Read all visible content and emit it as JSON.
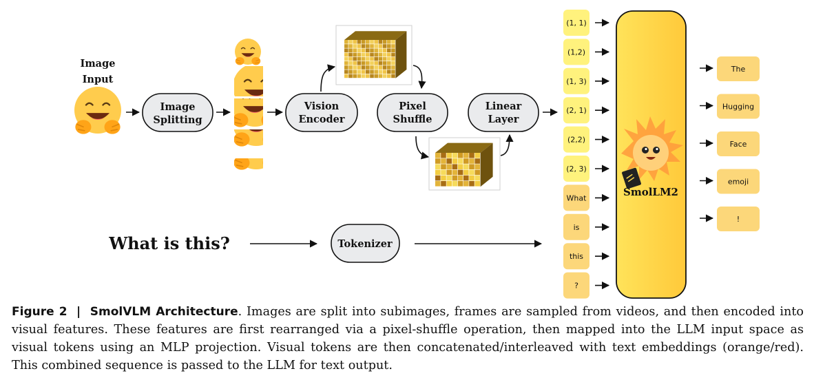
{
  "diagram": {
    "image_input": [
      "Image",
      "Input"
    ],
    "image_splitting": [
      "Image",
      "Splitting"
    ],
    "vision_encoder": [
      "Vision",
      "Encoder"
    ],
    "pixel_shuffle": [
      "Pixel",
      "Shuffle"
    ],
    "linear_layer": [
      "Linear",
      "Layer"
    ],
    "question": "What is this?",
    "tokenizer": "Tokenizer",
    "llm": "SmolLM2",
    "input_tokens": [
      "(1, 1)",
      "(1,2)",
      "(1, 3)",
      "(2, 1)",
      "(2,2)",
      "(2, 3)",
      "What",
      "is",
      "this",
      "?"
    ],
    "output_tokens": [
      "The",
      "Hugging",
      "Face",
      "emoji",
      "!"
    ],
    "colors": {
      "node_fill": "#eaebed",
      "token_image": "#fff27d",
      "token_text": "#fcd77a",
      "llm_fill": "#ffd94f",
      "emoji_face": "#ffcc4d",
      "emoji_hands": "#ffa418"
    },
    "icons": [
      "hugging-face-emoji",
      "emoji-tile",
      "voxel-cube",
      "smol-mascot"
    ]
  },
  "caption": {
    "label": "Figure 2",
    "separator": "|",
    "title": "SmolVLM Architecture",
    "text": ". Images are split into subimages, frames are sampled from videos, and then encoded into visual features. These features are first rearranged via a pixel-shuffle operation, then mapped into the LLM input space as visual tokens using an MLP projection. Visual tokens are then concatenated/interleaved with text embeddings (orange/red). This combined sequence is passed to the LLM for text output."
  }
}
